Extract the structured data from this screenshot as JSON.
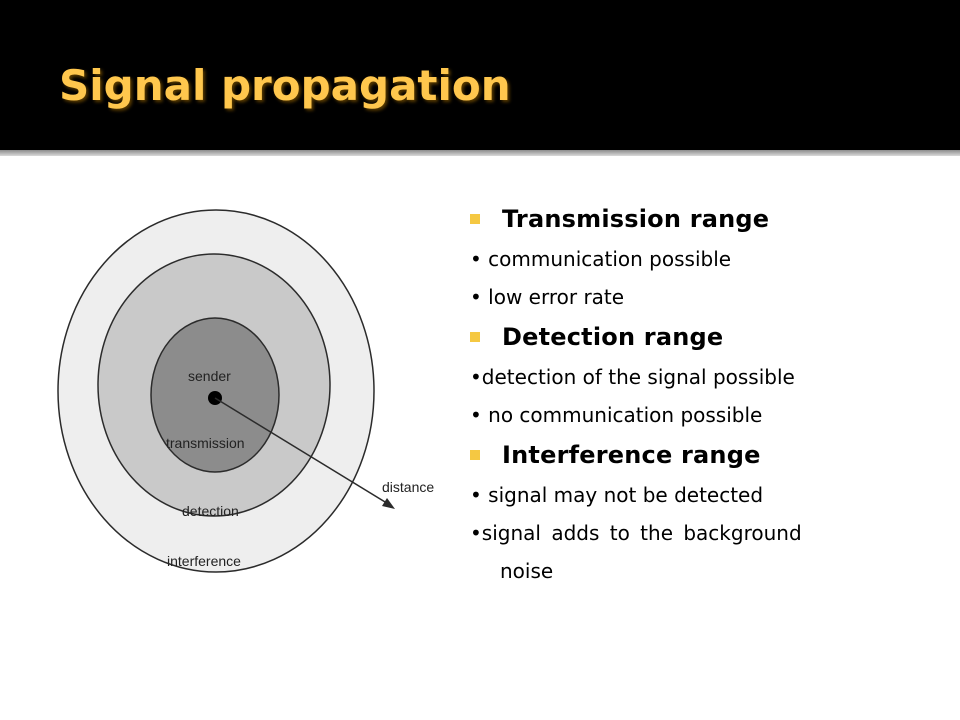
{
  "slide": {
    "title": "Signal propagation"
  },
  "diagram": {
    "labels": {
      "sender": "sender",
      "transmission": "transmission",
      "detection": "detection",
      "interference": "interference",
      "distance": "distance"
    },
    "colors": {
      "interference_ring": "#eeeeee",
      "detection_ring": "#c9c9c9",
      "transmission_ring": "#8c8c8c",
      "outline": "#2b2b2b"
    }
  },
  "bullets": [
    {
      "heading": "Transmission range",
      "items": [
        "• communication possible",
        "• low error rate"
      ]
    },
    {
      "heading": "Detection range",
      "items": [
        "•detection of the signal possible",
        "• no communication possible"
      ]
    },
    {
      "heading": "Interference range",
      "items": [
        "• signal may not be detected"
      ],
      "last_item_line1": "•signal adds to the background",
      "last_item_line2": "noise"
    }
  ],
  "theme": {
    "title_color": "#ffc74d",
    "title_bar_color": "#000000",
    "bullet_marker_color": "#f5c842"
  }
}
